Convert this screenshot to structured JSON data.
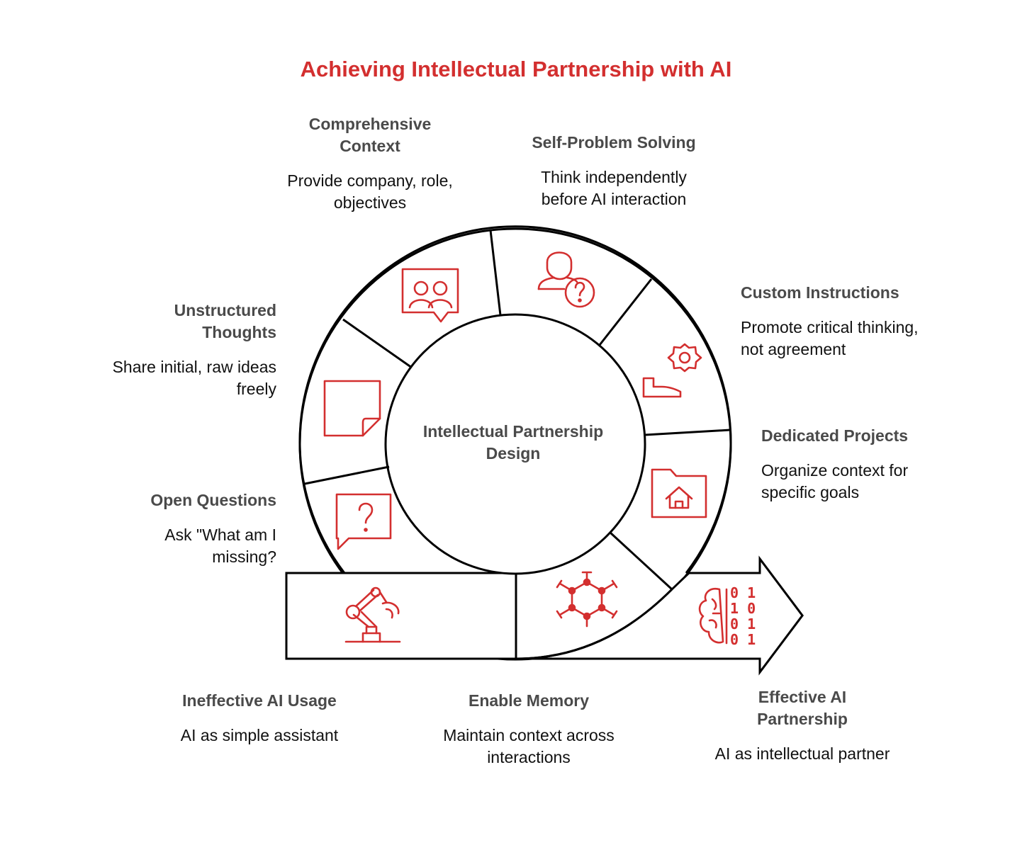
{
  "title": "Achieving Intellectual Partnership with AI",
  "center": {
    "label": "Intellectual Partnership\nDesign"
  },
  "colors": {
    "accent": "#d32f2f",
    "heading": "#4a4a4a",
    "text": "#111111",
    "stroke": "#000000"
  },
  "segments": [
    {
      "key": "comprehensive_context",
      "heading": "Comprehensive\nContext",
      "description": "Provide company, role,\nobjectives",
      "icon": "people-chat-icon"
    },
    {
      "key": "self_problem_solving",
      "heading": "Self-Problem Solving",
      "description": "Think independently\nbefore AI interaction",
      "icon": "person-question-icon"
    },
    {
      "key": "custom_instructions",
      "heading": "Custom Instructions",
      "description": "Promote critical thinking,\nnot agreement",
      "icon": "gear-hand-icon"
    },
    {
      "key": "dedicated_projects",
      "heading": "Dedicated Projects",
      "description": "Organize context for\nspecific goals",
      "icon": "folder-home-icon"
    },
    {
      "key": "enable_memory",
      "heading": "Enable Memory",
      "description": "Maintain context across\ninteractions",
      "icon": "network-molecule-icon"
    },
    {
      "key": "open_questions",
      "heading": "Open Questions",
      "description": "Ask \"What am I\nmissing?",
      "icon": "question-bubble-icon"
    },
    {
      "key": "unstructured_thoughts",
      "heading": "Unstructured\nThoughts",
      "description": "Share initial, raw ideas\nfreely",
      "icon": "sticky-note-icon"
    }
  ],
  "start": {
    "heading": "Ineffective AI Usage",
    "description": "AI as simple assistant",
    "icon": "robot-arm-icon"
  },
  "end": {
    "heading": "Effective AI\nPartnership",
    "description": "AI as intellectual partner",
    "icon": "brain-binary-icon"
  }
}
